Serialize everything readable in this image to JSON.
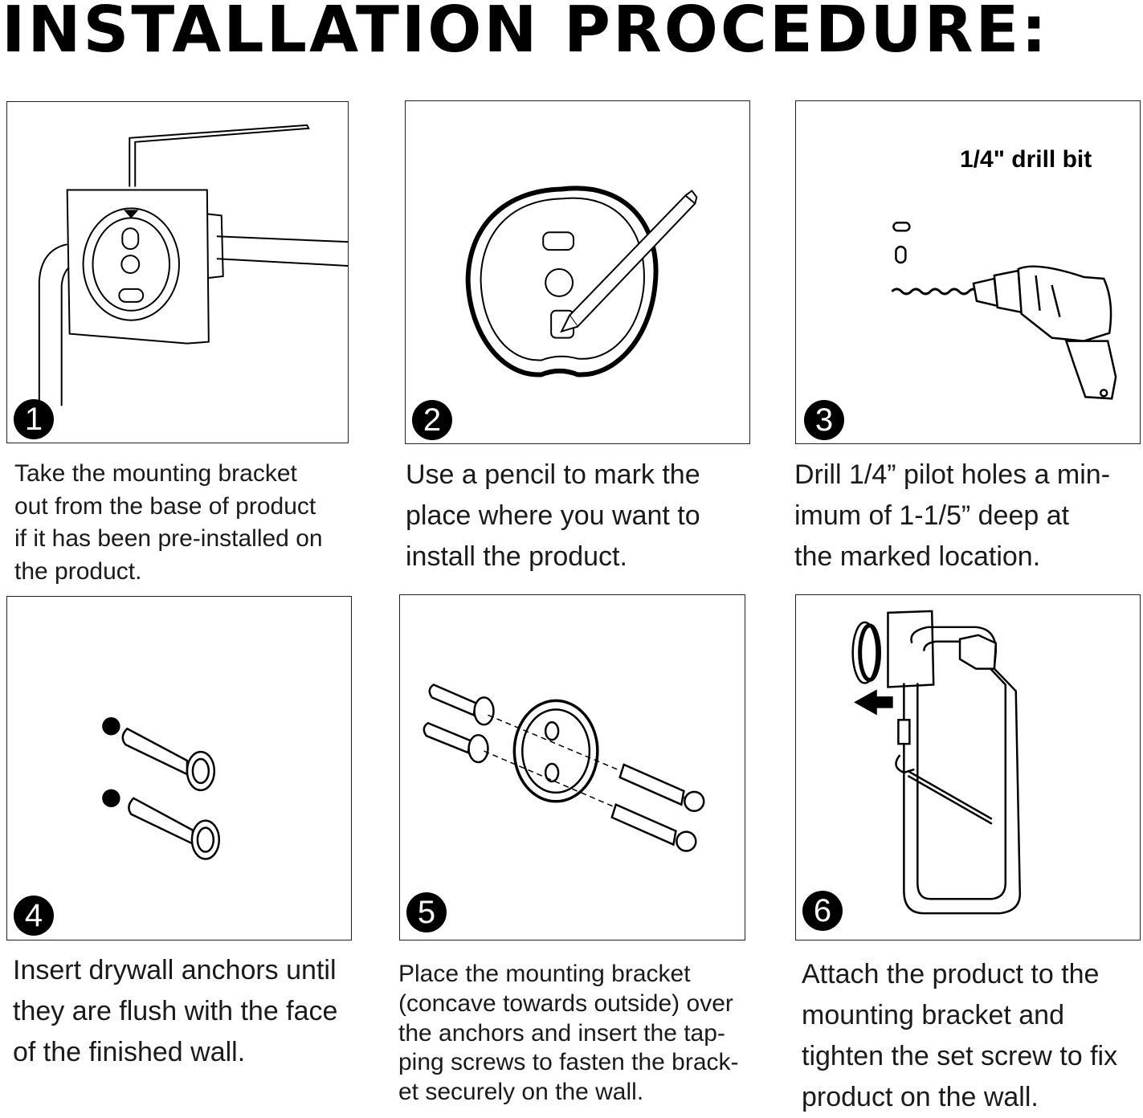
{
  "title": "INSTALLATION PROCEDURE:",
  "steps": [
    {
      "number": "1",
      "caption": "Take the mounting bracket\nout from the base of product\nif it has been pre-installed on\nthe product."
    },
    {
      "number": "2",
      "caption": "Use a pencil to mark the\nplace where you want to\ninstall the product."
    },
    {
      "number": "3",
      "caption": "Drill 1/4” pilot holes a min-\nimum of 1-1/5” deep at\nthe marked location.",
      "label": "1/4\" drill bit"
    },
    {
      "number": "4",
      "caption": "Insert drywall anchors until\nthey are flush with the face\nof the finished wall."
    },
    {
      "number": "5",
      "caption": "Place the mounting bracket\n(concave towards outside) over\nthe anchors and insert the tap-\nping screws to fasten the brack-\net securely on the wall."
    },
    {
      "number": "6",
      "caption": "Attach the product to the\nmounting bracket and\ntighten the set screw to fix\nproduct on the wall."
    }
  ],
  "icons": {
    "step1": "hex-key-bracket-illustration",
    "step2": "pencil-marking-illustration",
    "step3": "power-drill-illustration",
    "step4": "drywall-anchors-illustration",
    "step5": "bracket-screws-illustration",
    "step6": "towel-ring-attach-illustration"
  },
  "colors": {
    "ink": "#000000",
    "background": "#ffffff"
  }
}
